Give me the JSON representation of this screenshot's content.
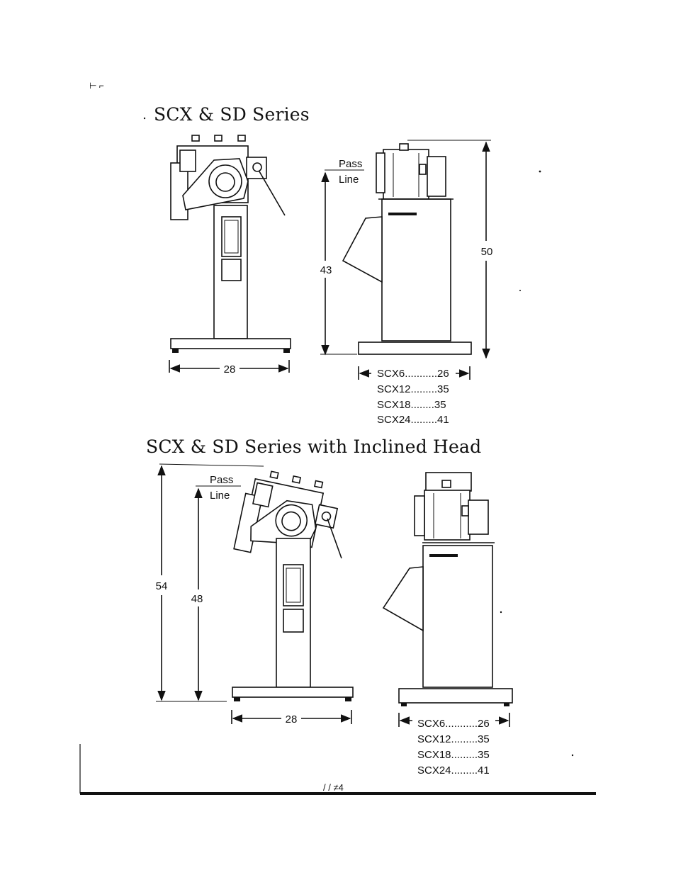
{
  "page": {
    "corner_mark": "⊢ ⌐",
    "footer_mark": "/ /  ≠4"
  },
  "top": {
    "title": "SCX & SD Series",
    "front": {
      "width": "28"
    },
    "side": {
      "pass_line_label_1": "Pass",
      "pass_line_label_2": "Line",
      "pass_height": "43",
      "total_height": "50",
      "models": [
        {
          "model": "SCX6",
          "dots": "...........",
          "value": "26"
        },
        {
          "model": "SCX12",
          "dots": ".........",
          "value": "35"
        },
        {
          "model": "SCX18",
          "dots": "........",
          "value": "35"
        },
        {
          "model": "SCX24",
          "dots": ".........",
          "value": "41"
        }
      ]
    }
  },
  "bottom": {
    "title": "SCX & SD Series with Inclined Head",
    "front": {
      "pass_line_label_1": "Pass",
      "pass_line_label_2": "Line",
      "total_height": "54",
      "pass_height": "48",
      "width": "28"
    },
    "side": {
      "models": [
        {
          "model": "SCX6",
          "dots": "...........",
          "value": "26"
        },
        {
          "model": "SCX12",
          "dots": ".........",
          "value": "35"
        },
        {
          "model": "SCX18",
          "dots": ".........",
          "value": "35"
        },
        {
          "model": "SCX24",
          "dots": ".........",
          "value": "41"
        }
      ]
    }
  }
}
